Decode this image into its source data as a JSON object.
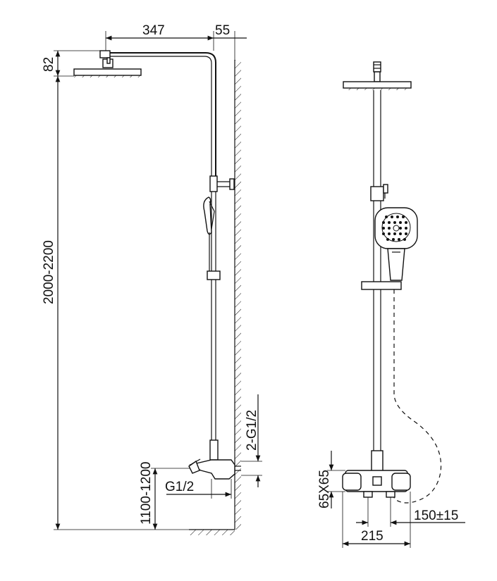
{
  "dimensions": {
    "head_arm_length": "347",
    "wall_offset": "55",
    "head_height": "82",
    "total_height": "2000-2200",
    "mixer_height": "1100-1200",
    "inlet_thread": "G1/2",
    "inlet_thread_pair": "2-G1/2",
    "mixer_size": "65X65",
    "inlet_spacing": "150±15",
    "mixer_width": "215"
  },
  "colors": {
    "line": "#111111",
    "background": "#ffffff"
  }
}
